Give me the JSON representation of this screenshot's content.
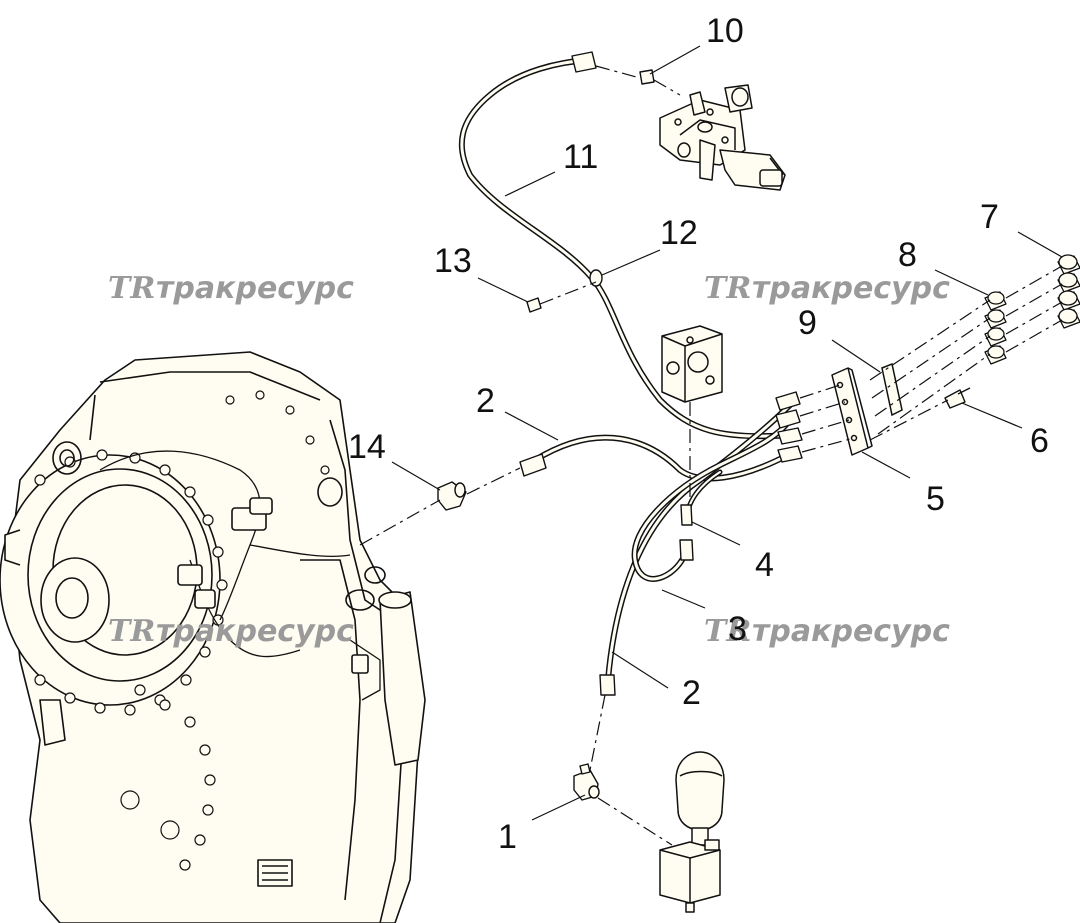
{
  "colors": {
    "line": "#111111",
    "part_fill": "#fffdf2",
    "watermark": "#9a9a9a"
  },
  "watermark": {
    "logo": "TR",
    "text": "тракресурс"
  },
  "callouts": [
    {
      "id": "1",
      "label": "1"
    },
    {
      "id": "2a",
      "label": "2"
    },
    {
      "id": "2b",
      "label": "2"
    },
    {
      "id": "3",
      "label": "3"
    },
    {
      "id": "4",
      "label": "4"
    },
    {
      "id": "5",
      "label": "5"
    },
    {
      "id": "6",
      "label": "6"
    },
    {
      "id": "7",
      "label": "7"
    },
    {
      "id": "8",
      "label": "8"
    },
    {
      "id": "9",
      "label": "9"
    },
    {
      "id": "10",
      "label": "10"
    },
    {
      "id": "11",
      "label": "11"
    },
    {
      "id": "12",
      "label": "12"
    },
    {
      "id": "13",
      "label": "13"
    },
    {
      "id": "14",
      "label": "14"
    }
  ]
}
